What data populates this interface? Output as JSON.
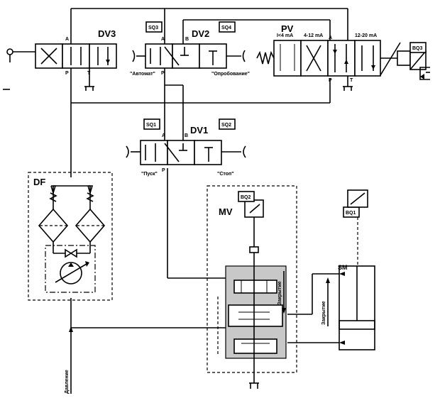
{
  "components": {
    "dv3": "DV3",
    "dv2": "DV2",
    "dv1": "DV1",
    "pv": "PV",
    "df": "DF",
    "mv": "MV",
    "sm": "SM"
  },
  "sensors": {
    "sq1": "SQ1",
    "sq2": "SQ2",
    "sq3": "SQ3",
    "sq4": "SQ4",
    "bq1": "BQ1",
    "bq2": "BQ2",
    "bq3": "BQ3"
  },
  "ports": {
    "a": "A",
    "b": "B",
    "p": "P",
    "t": "T"
  },
  "mode_labels": {
    "avtomat": "\"Автомат\"",
    "oprobovanie": "\"Опробование\"",
    "pusk": "\"Пуск\"",
    "stop": "\"Стоп\""
  },
  "signal_ranges": {
    "low": "I<4 mA",
    "mid": "4-12 mA",
    "high": "12-20 mA"
  },
  "flow_labels": {
    "pressure": "Давление",
    "close": "Закрытие",
    "close_sm": "Закрытие"
  }
}
